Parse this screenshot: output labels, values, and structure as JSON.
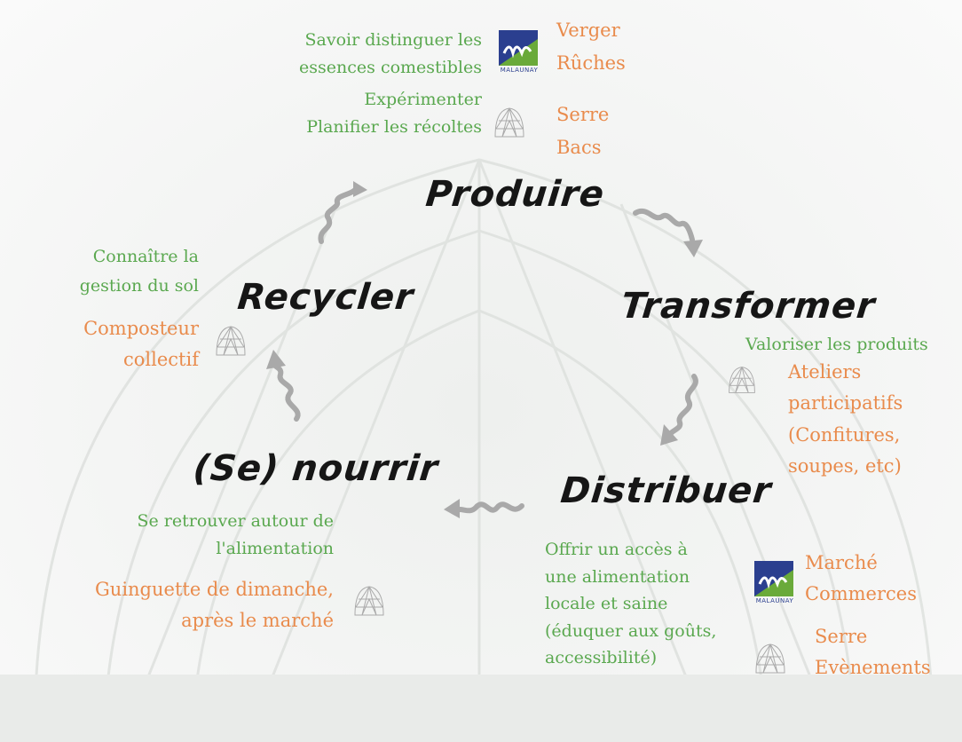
{
  "stages": {
    "produire": "Produire",
    "transformer": "Transformer",
    "distribuer": "Distribuer",
    "nourrir": "(Se) nourrir",
    "recycler": "Recycler"
  },
  "produire": {
    "goals": [
      "Savoir distinguer les",
      "essences comestibles",
      "Expérimenter",
      "Planifier les récoltes"
    ],
    "malaunay_places": [
      "Verger",
      "Rûches"
    ],
    "dome_places": [
      "Serre",
      "Bacs"
    ]
  },
  "transformer": {
    "goal": "Valoriser les produits",
    "dome_places": [
      "Ateliers",
      "participatifs",
      "(Confitures,",
      "soupes, etc)"
    ]
  },
  "distribuer": {
    "goal_lines": [
      "Offrir un accès à",
      "une alimentation",
      "locale et saine",
      "(éduquer aux goûts,",
      "accessibilité)"
    ],
    "malaunay_places": [
      "Marché",
      "Commerces"
    ],
    "dome_places": [
      "Serre",
      "Evènements"
    ]
  },
  "nourrir": {
    "goals": [
      "Se retrouver autour de",
      "l'alimentation"
    ],
    "dome_places": [
      "Guinguette de dimanche,",
      "après le marché"
    ]
  },
  "recycler": {
    "goals": [
      "Connaître la",
      "gestion du sol"
    ],
    "dome_places": [
      "Composteur",
      "collectif"
    ]
  },
  "logo": {
    "label": "MALAUNAY"
  },
  "colors": {
    "goal": "#5aa84f",
    "place": "#e98b4c",
    "stage": "#161616",
    "arrow": "#a9a9a9",
    "logo_blue": "#2b3f8f",
    "logo_green": "#6aaa3a"
  }
}
